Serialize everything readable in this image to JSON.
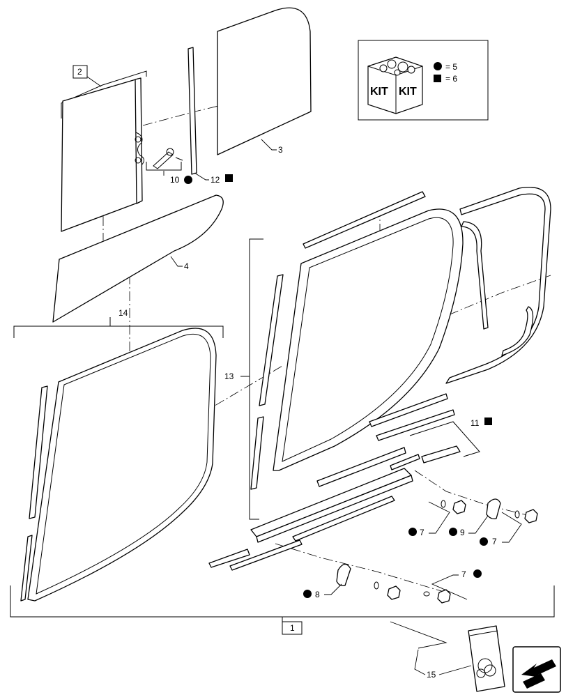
{
  "callouts": {
    "c1": "1",
    "c2": "2",
    "c3": "3",
    "c4": "4",
    "c7a": "7",
    "c7b": "7",
    "c7c": "7",
    "c8": "8",
    "c9": "9",
    "c10": "10",
    "c11": "11",
    "c12": "12",
    "c13": "13",
    "c14": "14",
    "c15": "15"
  },
  "kit_legend": {
    "kit_word_left": "KIT",
    "kit_word_right": "KIT",
    "circle_line": "= 5",
    "square_line": "= 6"
  },
  "markers": {
    "circle_meaning": "kit 5",
    "square_meaning": "kit 6"
  }
}
